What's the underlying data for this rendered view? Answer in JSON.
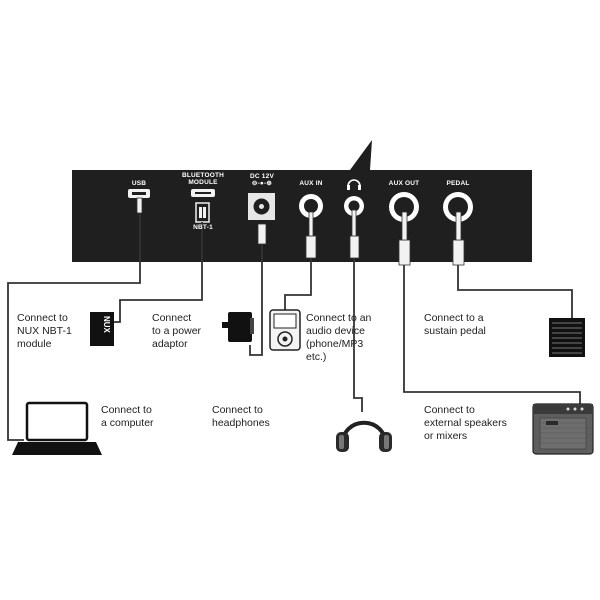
{
  "panel": {
    "usb": "USB",
    "bluetooth": "BLUETOOTH\nMODULE",
    "nbt": "NBT-1",
    "dc": "DC 12V",
    "aux_in": "AUX IN",
    "aux_out": "AUX OUT",
    "pedal": "PEDAL"
  },
  "boxes": {
    "nbt_module": "Connect to\nNUX NBT-1\nmodule",
    "power": "Connect\nto a power\nadaptor",
    "audio_device": "Connect to an\naudio device\n(phone/MP3\netc.)",
    "pedal": "Connect to a\nsustain pedal",
    "computer": "Connect to\na computer",
    "headphones": "Connect to\nheadphones",
    "speakers": "Connect to\nexternal speakers\nor mixers"
  },
  "module_logo": "NUX",
  "colors": {
    "panel": "#1f1f1f",
    "box": "#d9d9d9",
    "cable": "#333333"
  }
}
